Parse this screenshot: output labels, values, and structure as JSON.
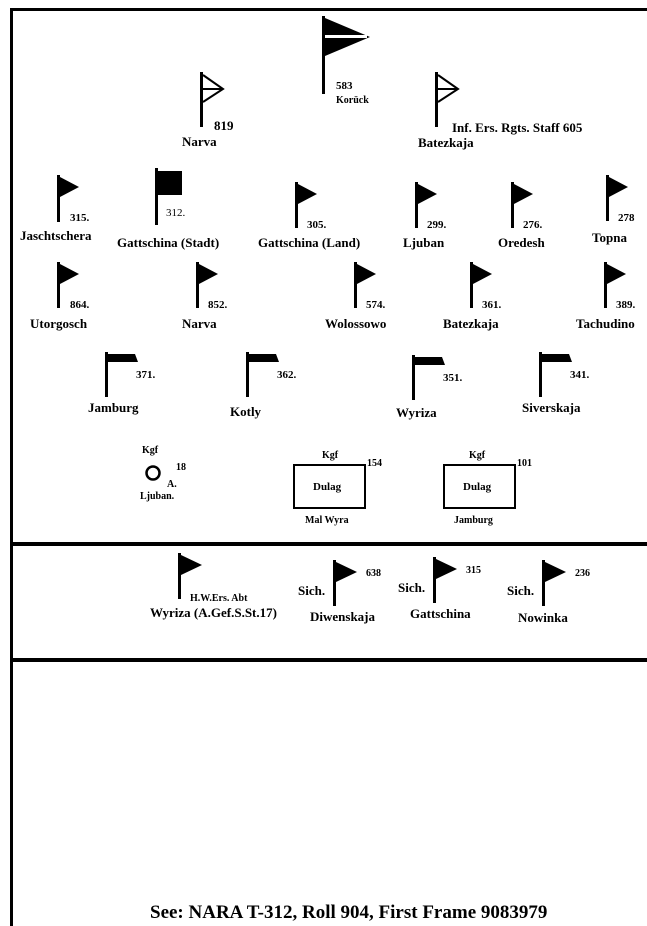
{
  "top_hq": {
    "num": "583",
    "name": "Korück"
  },
  "staff": [
    {
      "num": "819",
      "name": "Narva"
    },
    {
      "num": "Inf. Ers. Rgts. Staff 605",
      "name": "Batezkaja"
    }
  ],
  "row1": [
    {
      "num": "315.",
      "name": "Jaschtschera"
    },
    {
      "num": "312.",
      "name": "Gattschina (Stadt)"
    },
    {
      "num": "305.",
      "name": "Gattschina (Land)"
    },
    {
      "num": "299.",
      "name": "Ljuban"
    },
    {
      "num": "276.",
      "name": "Oredesh"
    },
    {
      "num": "278",
      "name": "Topna"
    }
  ],
  "row2": [
    {
      "num": "864.",
      "name": "Utorgosch"
    },
    {
      "num": "852.",
      "name": "Narva"
    },
    {
      "num": "574.",
      "name": "Wolossowo"
    },
    {
      "num": "361.",
      "name": "Batezkaja"
    },
    {
      "num": "389.",
      "name": "Tachudino"
    }
  ],
  "row3": [
    {
      "num": "371.",
      "name": "Jamburg"
    },
    {
      "num": "362.",
      "name": "Kotly"
    },
    {
      "num": "351.",
      "name": "Wyriza"
    },
    {
      "num": "341.",
      "name": "Siverskaja"
    }
  ],
  "pow": {
    "circle": {
      "kgf": "Kgf",
      "num": "18",
      "a": "A.",
      "place": "Ljuban."
    },
    "dulag1": {
      "kgf": "Kgf",
      "num": "154",
      "label": "Dulag",
      "place": "Mal Wyra"
    },
    "dulag2": {
      "kgf": "Kgf",
      "num": "101",
      "label": "Dulag",
      "place": "Jamburg"
    }
  },
  "lower": {
    "hw": {
      "label": "H.W.Ers. Abt",
      "place": "Wyriza (A.Gef.S.St.17)"
    },
    "sich": [
      {
        "prefix": "Sich.",
        "num": "638",
        "place": "Diwenskaja"
      },
      {
        "prefix": "Sich.",
        "num": "315",
        "place": "Gattschina"
      },
      {
        "prefix": "Sich.",
        "num": "236",
        "place": "Nowinka"
      }
    ]
  },
  "footer": "See: NARA T-312, Roll 904, First Frame 9083979"
}
